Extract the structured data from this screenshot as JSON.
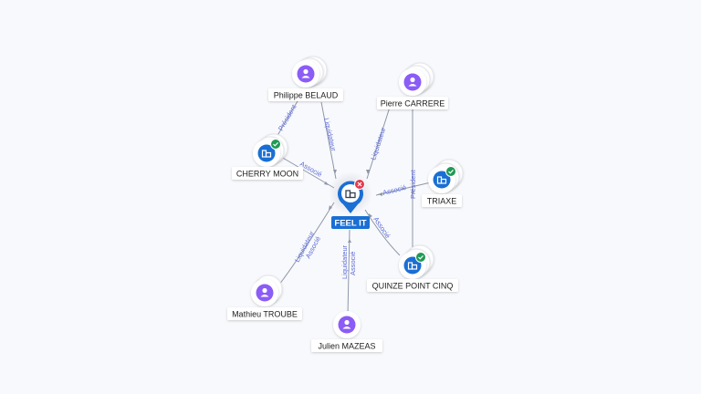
{
  "center": {
    "label": "FEEL IT",
    "icon": "building-icon",
    "status": "closed-x-badge"
  },
  "people": [
    {
      "id": "philippe",
      "label": "Philippe BELAUD",
      "icon": "person-icon"
    },
    {
      "id": "pierre",
      "label": "Pierre CARRERE",
      "icon": "person-icon"
    },
    {
      "id": "mathieu",
      "label": "Mathieu TROUBE",
      "icon": "person-icon"
    },
    {
      "id": "julien",
      "label": "Julien MAZEAS",
      "icon": "person-icon"
    }
  ],
  "companies": [
    {
      "id": "cherry",
      "label": "CHERRY MOON",
      "icon": "building-icon",
      "status": "active-check-badge"
    },
    {
      "id": "triaxe",
      "label": "TRIAXE",
      "icon": "building-icon",
      "status": "active-check-badge"
    },
    {
      "id": "quinze",
      "label": "QUINZE POINT CINQ",
      "icon": "building-icon",
      "status": "active-check-badge"
    }
  ],
  "edge_labels": {
    "philippe_center": "Liquidateur",
    "philippe_cherry": "Président",
    "cherry_center": "Associé",
    "pierre_center": "Liquidateur",
    "pierre_quinze": "Président",
    "triaxe_center": "Associé",
    "quinze_center": "Associé",
    "mathieu_center_1": "Liquidateur",
    "mathieu_center_2": "Associé",
    "julien_center_1": "Liquidateur",
    "julien_center_2": "Associé"
  },
  "colors": {
    "person": "#8b5cf6",
    "company": "#1a6fd4",
    "center": "#1a6fd4",
    "edge": "#8f96a8",
    "edge_label": "#5c6bd6",
    "check": "#1f9a55",
    "close": "#e23b4e"
  }
}
